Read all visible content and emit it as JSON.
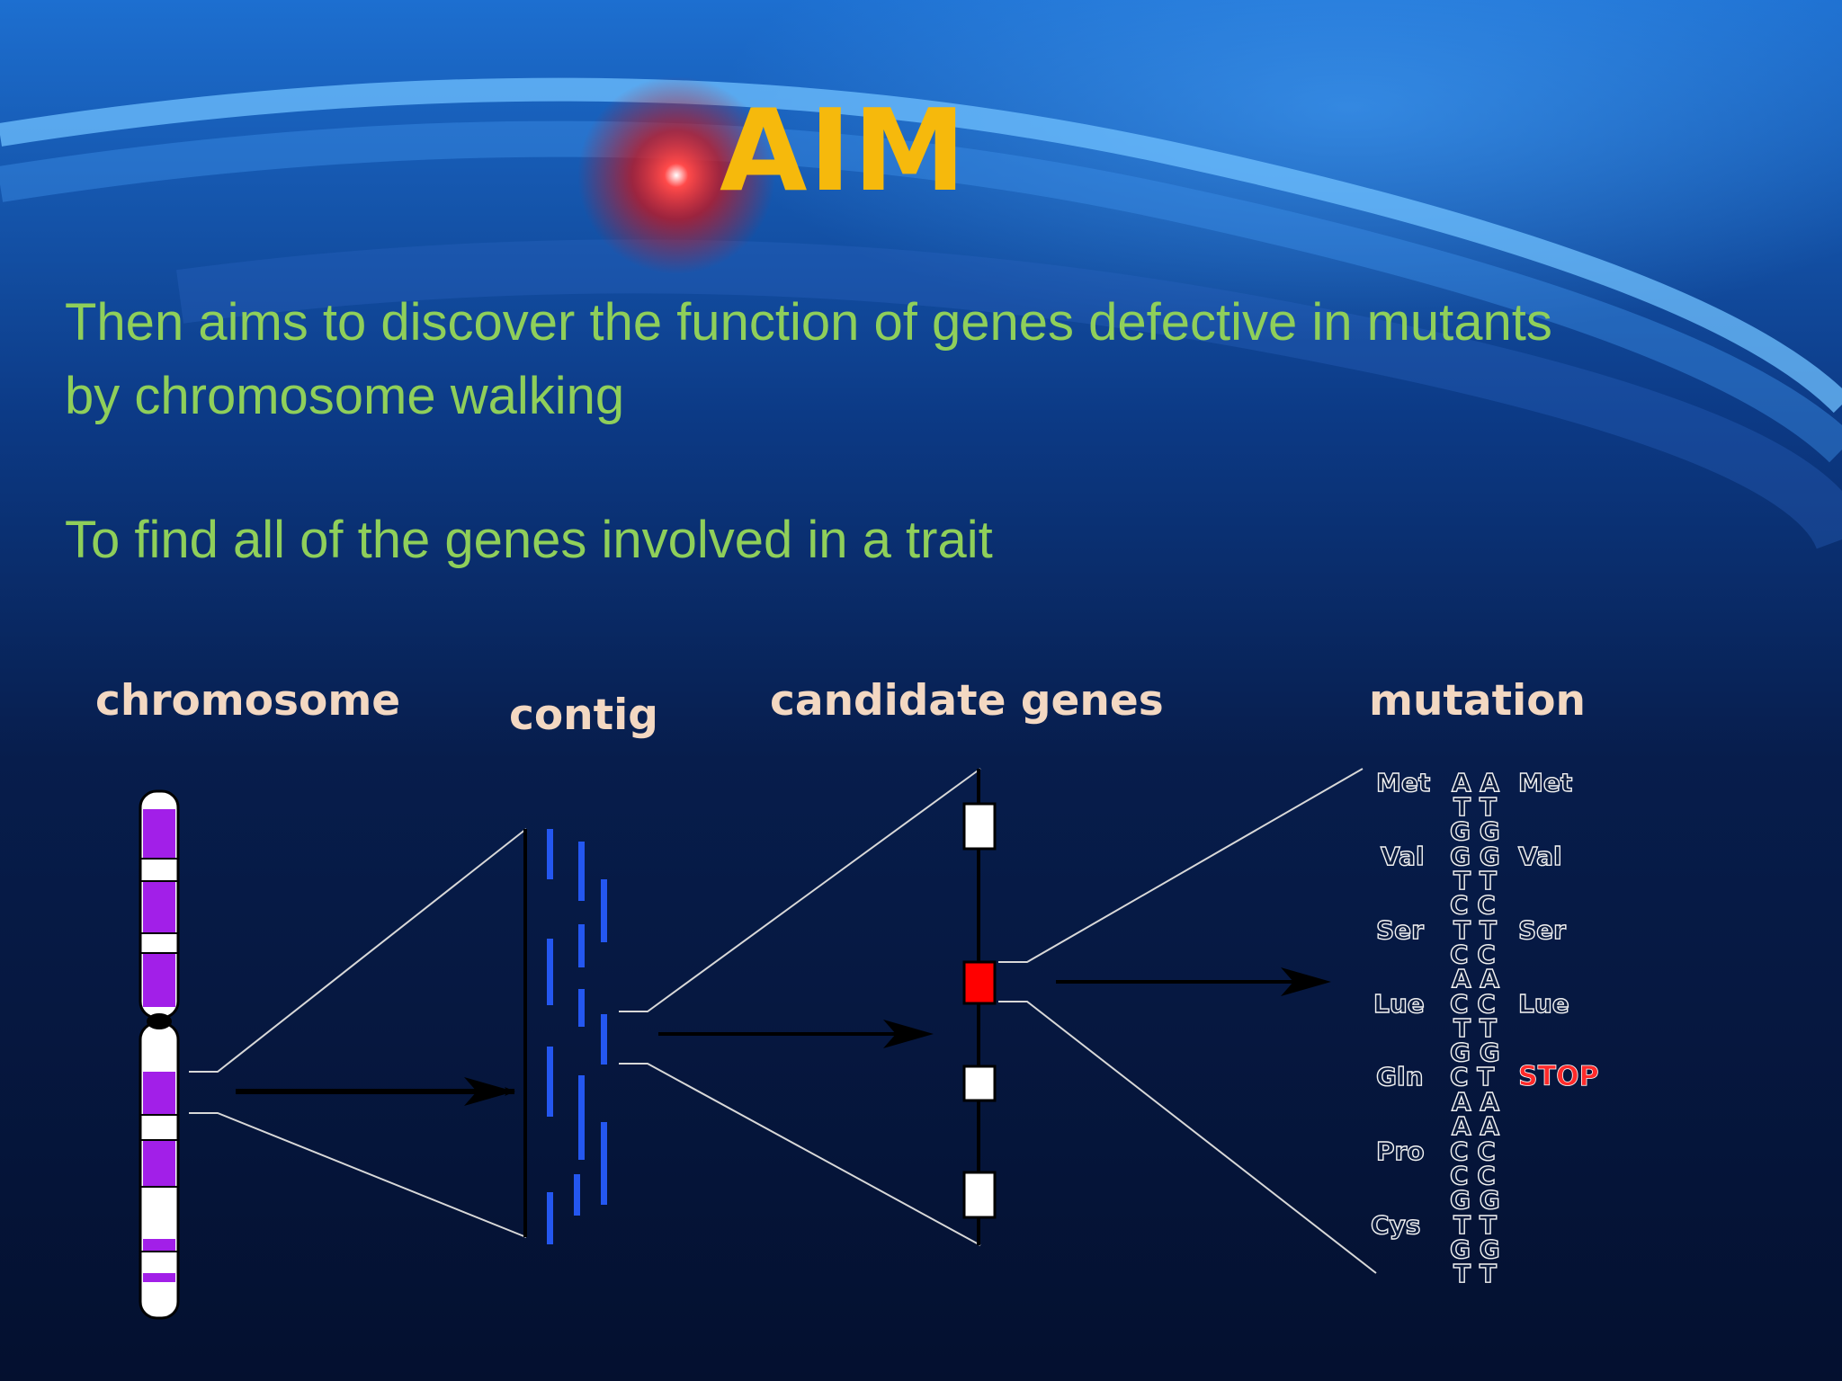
{
  "slide": {
    "title": "AIM",
    "paragraph_1": "Then aims to discover the function of genes defective in mutants by chromosome walking",
    "paragraph_2": "To find all of the genes involved in a trait"
  },
  "diagram": {
    "labels": {
      "chromosome": "chromosome",
      "contig": "contig",
      "candidate_genes": "candidate genes",
      "mutation": "mutation"
    },
    "mutation_sequence": {
      "left_amino_acids": [
        "Met",
        "Val",
        "Ser",
        "Lue",
        "Gln",
        "Pro",
        "Cys"
      ],
      "right_amino_acids": [
        "Met",
        "Val",
        "Ser",
        "Lue",
        "STOP"
      ],
      "stop_label": "STOP"
    },
    "colors": {
      "title": "#f6b90c",
      "body_text": "#8fcf5a",
      "labels": "#f3d8c2",
      "chromosome_band": "#a21fe8",
      "contig_fragment": "#2457f0",
      "mutated_gene": "#ff0000",
      "stop_text": "#ff2a2a"
    }
  }
}
